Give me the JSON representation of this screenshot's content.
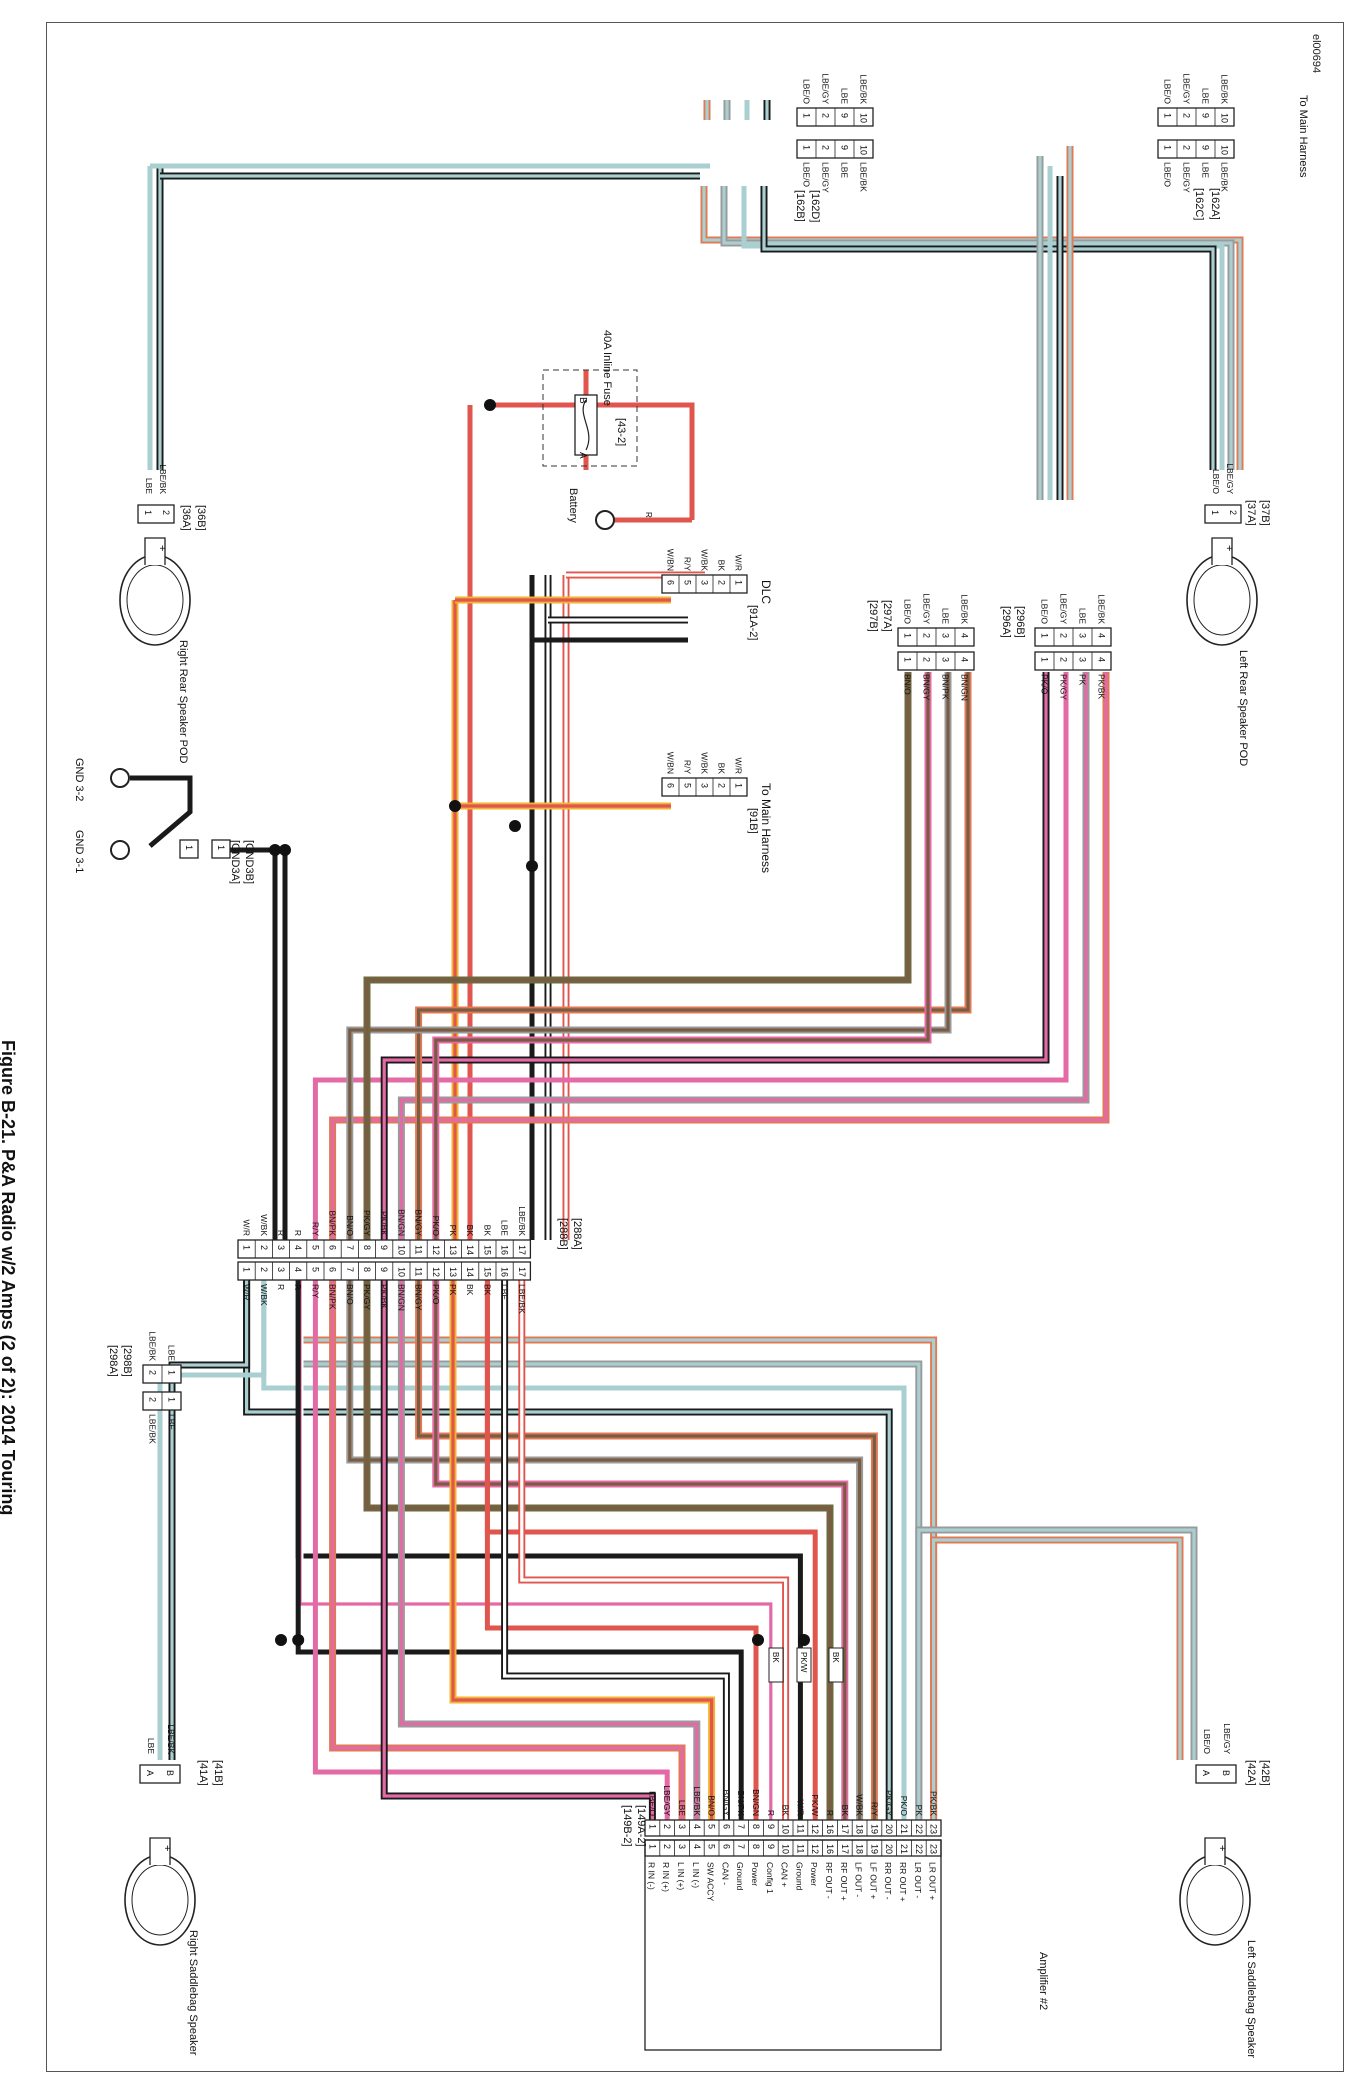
{
  "figure_caption": "Figure B-21. P&A Radio w/2 Amps (2 of 2): 2014 Touring",
  "diagram_id": "el00694",
  "colors": {
    "LBE": "#a9cfd1",
    "O": "#e07a55",
    "GY": "#9a9a9a",
    "BK": "#1a1a1a",
    "R": "#e0554d",
    "Y": "#f2b431",
    "W": "#ffffff",
    "BN": "#7a5c45",
    "PK": "#e46aa6",
    "V": "#7d2a80",
    "GN": "#6e6a3f"
  },
  "labels": {
    "to_main_harness_top": "To Main Harness",
    "to_main_harness_mid": "To Main Harness",
    "fuse": "40A Inline Fuse",
    "fuse_id": "[43-2]",
    "fuse_a": "A",
    "fuse_b": "B",
    "battery": "Battery",
    "dlc": "DLC",
    "dlc_id": "[91A-2]",
    "mid_id": "[91B]",
    "c162a": "[162A]",
    "c162b": "[162B]",
    "c162c": "[162C]",
    "c162d": "[162D]",
    "c296a": "[296A]",
    "c296b": "[296B]",
    "c297a": "[297A]",
    "c297b": "[297B]",
    "c288a": "[288A]",
    "c288b": "[288B]",
    "c298a": "[298A]",
    "c298b": "[298B]",
    "c36a": "[36A]",
    "c36b": "[36B]",
    "c37a": "[37A]",
    "c37b": "[37B]",
    "c41a": "[41A]",
    "c41b": "[41B]",
    "c42a": "[42A]",
    "c42b": "[42B]",
    "c149a": "[149A-2]",
    "c149b": "[149B-2]",
    "gnd3a": "[GND3A]",
    "gnd3b": "[GND3B]",
    "gnd32": "GND 3-2",
    "gnd31": "GND 3-1",
    "right_rear_pod": "Right Rear Speaker POD",
    "left_rear_pod": "Left Rear Speaker POD",
    "right_saddle": "Right Saddlebag Speaker",
    "left_saddle": "Left Saddlebag Speaker",
    "amp": "Amplifier #2",
    "plus": "+",
    "bk": "BK",
    "r": "R"
  },
  "c162_pins": [
    "1",
    "2",
    "9",
    "10"
  ],
  "c162_left_wires": [
    "LBE/O",
    "LBE/GY",
    "LBE",
    "LBE/BK"
  ],
  "c296_pins": [
    "1",
    "2",
    "3",
    "4"
  ],
  "c296_left": [
    "LBE/O",
    "LBE/GY",
    "LBE",
    "LBE/BK"
  ],
  "c296_right": [
    "PK/O",
    "PK/GY",
    "PK",
    "PK/BK"
  ],
  "c297_left": [
    "LBE/O",
    "LBE/GY",
    "LBE",
    "LBE/BK"
  ],
  "c297_right": [
    "BN/O",
    "BN/GY",
    "BN/PK",
    "BN/GN"
  ],
  "dlc_pins": [
    "6",
    "5",
    "3",
    "2",
    "1"
  ],
  "dlc_wires": [
    "W/BN",
    "R/Y",
    "W/BK",
    "BK",
    "W/R"
  ],
  "c288_pins": [
    "1",
    "2",
    "3",
    "4",
    "5",
    "6",
    "7",
    "8",
    "9",
    "10",
    "11",
    "12",
    "13",
    "14",
    "15",
    "16",
    "17"
  ],
  "c288_wires": [
    "W/R",
    "W/BK",
    "R",
    "R",
    "R/Y",
    "BN/PK",
    "BN/O",
    "PK/GY",
    "PK/BK",
    "BN/GN",
    "BN/GY",
    "PK/O",
    "PK",
    "BK",
    "BK",
    "LBE",
    "LBE/BK"
  ],
  "amp_pins": [
    "1",
    "2",
    "3",
    "4",
    "5",
    "6",
    "7",
    "8",
    "9",
    "10",
    "11",
    "12",
    "16",
    "17",
    "18",
    "19",
    "20",
    "21",
    "22",
    "23"
  ],
  "amp_wires": [
    "LBE/O",
    "LBE/GY",
    "LBE",
    "LBE/BK",
    "BN/O",
    "BN/GY",
    "BN/PK",
    "BN/GN",
    "R",
    "BK",
    "W/R",
    "PK/W",
    "R",
    "BK",
    "W/BK",
    "R/Y",
    "PK/GY",
    "PK/O",
    "PK",
    "PK/BK"
  ],
  "amp_functions": [
    "LR OUT +",
    "LR OUT -",
    "RR OUT +",
    "RR OUT -",
    "LF OUT +",
    "LF OUT -",
    "RF OUT +",
    "RF OUT -",
    "Power",
    "Ground",
    "CAN +",
    "Config 1",
    "Power",
    "Ground",
    "CAN -",
    "SW ACCY",
    "L IN (-)",
    "L IN (+)",
    "R IN (+)",
    "R IN (-)"
  ],
  "amp_flags": [
    "BK",
    "PK/W",
    "BK"
  ],
  "c298_pins": [
    "2",
    "1"
  ],
  "c298_wires": [
    "LBE/BK",
    "LBE"
  ],
  "spk_pins_ab": [
    "A",
    "B"
  ],
  "spk_pins_12": [
    "1",
    "2"
  ],
  "spk_wires_36": [
    "LBE",
    "LBE/BK"
  ],
  "spk_wires_37": [
    "LBE/O",
    "LBE/GY"
  ],
  "spk_wires_41": [
    "LBE",
    "LBE/BK"
  ],
  "spk_wires_42": [
    "LBE/O",
    "LBE/GY"
  ]
}
